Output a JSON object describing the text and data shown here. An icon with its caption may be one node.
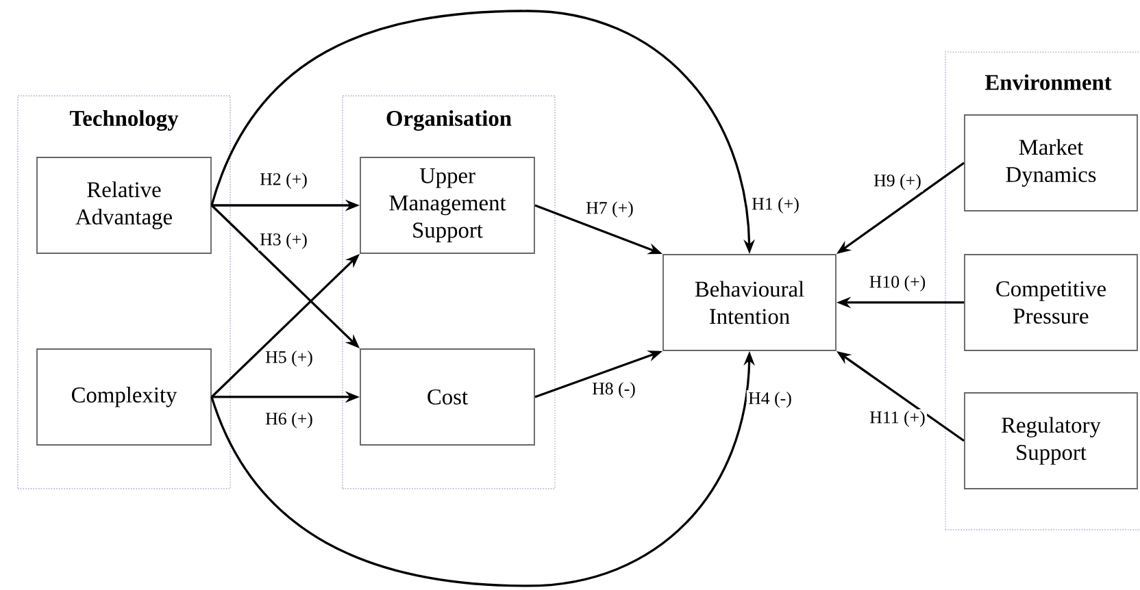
{
  "diagram": {
    "nodes": [
      {
        "text": [
          "Technology"
        ]
      },
      {
        "text": [
          "Relative Advantage"
        ],
        "in": 0
      },
      {
        "text": [
          "Complexity"
        ],
        "in": 0
      },
      {
        "text": [
          "Organisation"
        ]
      },
      {
        "text": [
          "Upper Management Support"
        ],
        "in": 3
      },
      {
        "text": [
          "Cost"
        ],
        "in": 3
      },
      {
        "text": [
          "Behavioural Intention"
        ]
      },
      {
        "text": [
          "Environment"
        ]
      },
      {
        "text": [
          "Market Dynamics"
        ],
        "in": 7
      },
      {
        "text": [
          "Competitive Pressure"
        ],
        "in": 7
      },
      {
        "text": [
          "Regulatory Support"
        ],
        "in": 7
      }
    ],
    "edges": [
      {
        "from": 1,
        "to": 6,
        "arrow": "to",
        "label": "H1 (+)"
      },
      {
        "from": 1,
        "to": 4,
        "arrow": "to",
        "label": "H2 (+)"
      },
      {
        "from": 1,
        "to": 5,
        "arrow": "to",
        "label": "H3 (+)"
      },
      {
        "from": 2,
        "to": 6,
        "arrow": "to",
        "label": "H4 (-)"
      },
      {
        "from": 2,
        "to": 4,
        "arrow": "to",
        "label": "H5 (+)"
      },
      {
        "from": 2,
        "to": 5,
        "arrow": "to",
        "label": "H6 (+)"
      },
      {
        "from": 4,
        "to": 6,
        "arrow": "to",
        "label": "H7 (+)"
      },
      {
        "from": 5,
        "to": 6,
        "arrow": "to",
        "label": "H8 (-)"
      },
      {
        "from": 8,
        "to": 6,
        "arrow": "to",
        "label": "H9 (+)"
      },
      {
        "from": 9,
        "to": 6,
        "arrow": "to",
        "label": "H10 (+)"
      },
      {
        "from": 10,
        "to": 6,
        "arrow": "to",
        "label": "H11 (+)"
      }
    ]
  }
}
